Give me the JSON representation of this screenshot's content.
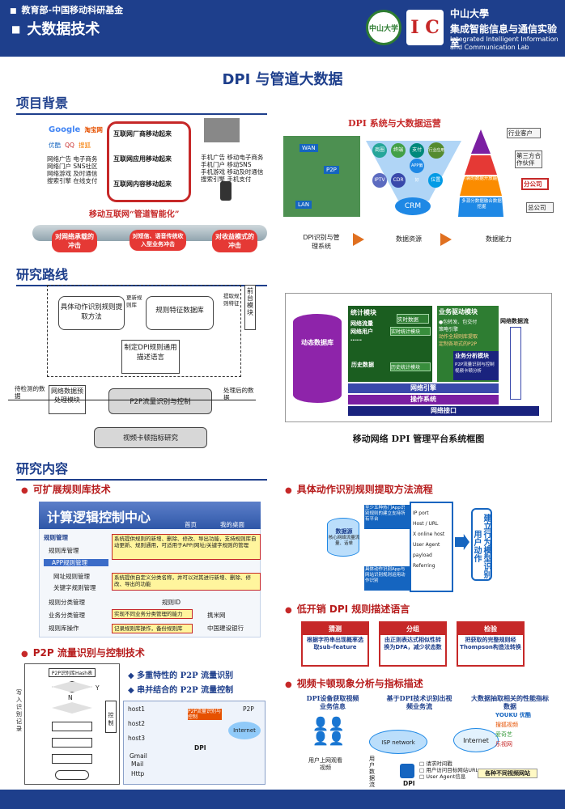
{
  "header": {
    "title": "大数据技术",
    "seal_text": "中山大学",
    "ic_logo": "I C",
    "lab_cn_uni": "中山大學",
    "lab_cn_name": "集成智能信息与通信实验室",
    "lab_en": "Integrated Intelligent Information and Communication Lab"
  },
  "main_title": "DPI 与管道大数据",
  "sections": {
    "background": "项目背景",
    "route": "研究路线",
    "content": "研究内容"
  },
  "bg_left": {
    "left_logos": [
      "Google",
      "淘宝网",
      "优酷",
      "QQ",
      "搜狐"
    ],
    "left_items": [
      "网络广告",
      "电子商务",
      "网络门户",
      "SNS社区",
      "网络游戏",
      "及时通信",
      "搜索引擎",
      "在线支付"
    ],
    "stack": [
      "互联网厂商移动起来",
      "互联网应用移动起来",
      "互联网内容移动起来"
    ],
    "right_items": [
      "手机广告",
      "移动电子商务",
      "手机门户",
      "移动SNS",
      "手机游戏",
      "移动及时通信",
      "搜索引擎",
      "手机支付"
    ],
    "slogan": "移动互联网“管道智能化”",
    "impacts": [
      "对网络承载的冲击",
      "对短信、语音传统收入型业务冲击",
      "对收益模式的冲击"
    ]
  },
  "bg_right": {
    "title": "DPI 系统与大数据运营",
    "bubbles": [
      "商圈",
      "终端",
      "支付",
      "行业应用",
      "IPTV",
      "CDR",
      "APP偏好",
      "位置"
    ],
    "crm": "CRM",
    "pyramid_right": [
      "行业客户",
      "第三方合作伙伴",
      "分公司",
      "总公司"
    ],
    "pyramid_levels": [
      "封装的数据开放能力",
      "多源分数据融合数据挖掘"
    ],
    "bottom": [
      "DPI识别与管理系统",
      "数据资源",
      "数据能力"
    ],
    "chips": [
      "WAN",
      "P2P",
      "LAN"
    ]
  },
  "route_left": {
    "box1": "具体动作识别规则提取方法",
    "box2": "规则特征数据库",
    "box3": "制定DPI规则通用描述语言",
    "update": "更新规则库",
    "extract": "提取规则特征",
    "frontend": "前台模块",
    "preproc": "网络数据预处理模块",
    "p2p": "P2P流量识别与控制",
    "video": "视频卡顿指标研究",
    "input": "待检测的数据",
    "output": "处理后的数据"
  },
  "route_right": {
    "dynamic_db": "动态数据库",
    "history_db": "历史数据",
    "stats_title": "统计模块",
    "stats_items": [
      "网络流量",
      "网络用户",
      "……"
    ],
    "realtime": "实时数据",
    "rt_stats": "实时统计模块",
    "hist_stats": "历史统计模块",
    "biz_title": "业务驱动模块",
    "biz_items": [
      "●包转发、包交付",
      "策略引擎",
      "动作全规则库提取",
      "定制各项式的P2P"
    ],
    "analysis_title": "业务分析模块",
    "analysis_items": [
      "P2P流量识别与控制",
      "视频卡顿分析"
    ],
    "net_flow": "网络数据流",
    "engine": "网络引擎",
    "os": "操作系统",
    "iface": "网络接口",
    "caption": "移动网络 DPI 管理平台系统框图"
  },
  "c1": {
    "title": "可扩展规则库技术",
    "banner": "计算逻辑控制中心",
    "tabs": [
      "首页",
      "我的桌面"
    ],
    "menu": [
      "规则管理",
      "规则库管理",
      "APP规则管理",
      "网址规则管理",
      "关键字规则管理",
      "规则分类管理",
      "业务分类管理",
      "规则库操作"
    ],
    "callouts": [
      "系统提供规则的新增、删除、修改、导出功能，支持规则库自动更新、规则通用，可适用于APP/网址/关键字规则的管理",
      "系统提供自定义分类名称，并可以对其进行新增、删除、修改、导出的功能",
      "实现不同业务分类管理的能力",
      "记录规则库操作，备份规则库"
    ],
    "col_header": "规则ID",
    "cells": [
      "携米网",
      "中国建设银行"
    ]
  },
  "c2": {
    "title": "具体动作识别规则提取方法流程",
    "db": "数据源",
    "db_sub": "核心网络流量流量、话单",
    "steps_left": [
      "至少五种热门App识别规则的建立支持所有平台",
      "具体动作识别App与网站识别规则运用动作识别"
    ],
    "fields": [
      "IP port",
      "Host / URL",
      "X online host",
      "User Agent",
      "payload",
      "Referring"
    ],
    "result": "建立行为模型识别用户动作"
  },
  "c3": {
    "title": "低开销 DPI 规则描述语言",
    "cards": [
      {
        "head": "猜测",
        "body": "根据字符串出现概率选取sub-feature"
      },
      {
        "head": "分组",
        "body": "由正则表达式相似性转换为DFA，减少状态数"
      },
      {
        "head": "检验",
        "body": "把获取的完整规则经Thompson构造法转换"
      }
    ]
  },
  "c4": {
    "title": "P2P 流量识别与控制技术",
    "bullets": [
      "多重特性的 P2P 流量识别",
      "串并结合的 P2P 流量控制"
    ],
    "flow_side": "写入识别记录",
    "flow_labels": [
      "P2P识别库Hash表",
      "Y",
      "N",
      "控制"
    ],
    "net_labels": [
      "host1",
      "host2",
      "host3",
      "P2P流量识别与控制",
      "Internet",
      "P2P",
      "Gmail",
      "Mail",
      "Http",
      "DPI"
    ]
  },
  "c5": {
    "title": "视频卡顿现象分析与指标描述",
    "heads": [
      "DPI设备获取视频业务信息",
      "基于DPI技术识别出视频业务流",
      "大数据抽取相关的性能指标数据"
    ],
    "isp": "ISP network",
    "internet": "Internet",
    "users": "用户上网观看视频",
    "capture": "用户数据流",
    "dpi": "DPI",
    "req_info": [
      "请求时间戳",
      "用户访问目标网站URL",
      "User Agent信息"
    ],
    "sites_label": "各种不同视频网站",
    "sites": [
      "YOUKU 优酷",
      "搜狐视频",
      "爱奇艺",
      "乐视网"
    ]
  },
  "footer": "教育部-中国移动科研基金"
}
